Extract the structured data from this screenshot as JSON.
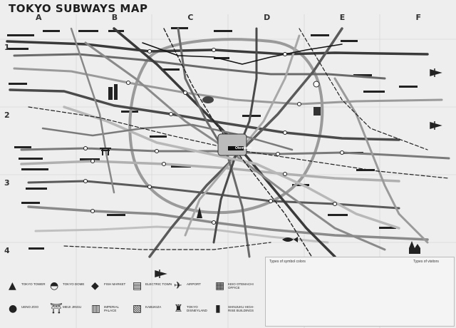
{
  "map": {
    "title": "TOKYO SUBWAYS MAP",
    "columns": [
      "A",
      "B",
      "C",
      "D",
      "E",
      "F"
    ],
    "rows": [
      "1",
      "2",
      "3",
      "4"
    ],
    "center_station": "Otemachi"
  },
  "legend": {
    "symbol_title": "Types of symbol colors",
    "visitor_title": "Types of visitors",
    "poi": [
      {
        "label": "TOKYO TOWER",
        "icon": "tower-icon"
      },
      {
        "label": "TOKYO DOME",
        "icon": "dome-icon"
      },
      {
        "label": "FISH MARKET",
        "icon": "fish-icon"
      },
      {
        "label": "ELECTRIC TOWN",
        "icon": "building-icon"
      },
      {
        "label": "AIRPORT",
        "icon": "airplane-icon"
      },
      {
        "label": "KEIO OTEMACHI OFFICE",
        "icon": "office-icon"
      },
      {
        "label": "UENO ZOO",
        "icon": "panda-icon"
      },
      {
        "label": "MEIJI JINGU",
        "icon": "torii-icon"
      },
      {
        "label": "IMPERIAL PALACE",
        "icon": "palace-icon"
      },
      {
        "label": "KABUKIZA",
        "icon": "theater-icon"
      },
      {
        "label": "TOKYO DISNEYLAND",
        "icon": "castle-icon"
      },
      {
        "label": "SHINJUKU HIGH-RISE BUILDINGS",
        "icon": "skyscraper-icon"
      }
    ]
  },
  "colors": {
    "background": "#eeeeee",
    "line_dark": "#3a3a3a",
    "line_mid": "#7a7a7a",
    "line_light": "#a8a8a8",
    "line_pale": "#c4c4c4"
  }
}
